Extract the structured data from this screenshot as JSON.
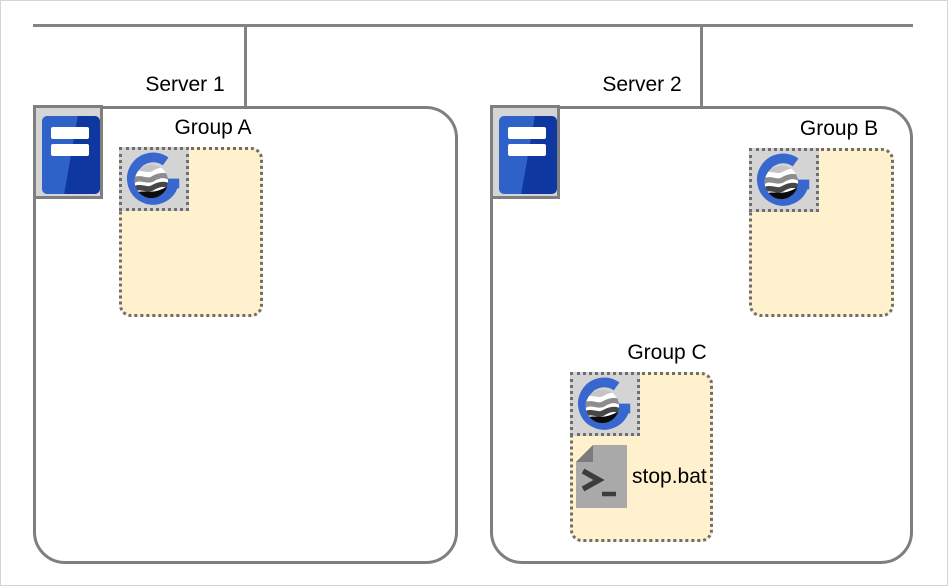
{
  "servers": [
    {
      "label": "Server 1",
      "groups": [
        {
          "label": "Group A",
          "items": []
        }
      ]
    },
    {
      "label": "Server 2",
      "groups": [
        {
          "label": "Group B",
          "items": []
        },
        {
          "label": "Group C",
          "items": [
            {
              "label": "stop.bat",
              "icon": "batch-script-icon"
            }
          ]
        }
      ]
    }
  ],
  "icons": {
    "server": "server-tower-icon",
    "app_logo": "g-globe-logo-icon",
    "script": "batch-script-icon"
  },
  "colors": {
    "logo_blue": "#3767cf",
    "server_blue_light": "#2e62c8",
    "server_blue_dark": "#0e37a0",
    "group_fill": "#fff1ce",
    "tile_fill": "#d4d4d4",
    "connector_gray": "#838383",
    "border_gray": "#7f7f7f",
    "dotted_border_gray": "#6e6e6e"
  }
}
